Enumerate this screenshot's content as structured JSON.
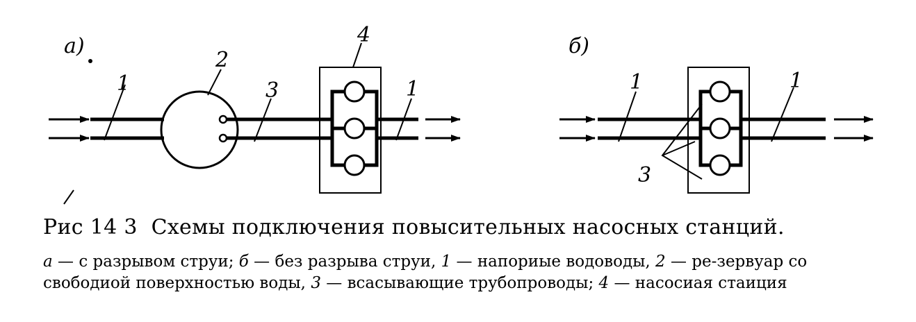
{
  "figure": {
    "label": "Рис  14 3",
    "title": "Схемы подключения повысительных насосных станций."
  },
  "panels": {
    "a": {
      "tag": "а)",
      "callouts": {
        "pipe_pressure": "1",
        "reservoir": "2",
        "suction": "3",
        "station": "4",
        "pipe_pressure_out": "1"
      }
    },
    "b": {
      "tag": "б)",
      "callouts": {
        "pipe_pressure": "1",
        "suction": "3",
        "pipe_pressure_out": "1"
      }
    }
  },
  "legend": {
    "items": [
      {
        "key": "а",
        "text": " — с разрывом струи; "
      },
      {
        "key": "б",
        "text": " — без разрыва струи, "
      },
      {
        "key": "1",
        "text": " — напориые водоводы, "
      },
      {
        "key": "2",
        "text": " — ре-зервуар со свободиой поверхностью воды, "
      },
      {
        "key": "3",
        "text": " — всасывающие трубопроводы; "
      },
      {
        "key": "4",
        "text": " — насосиая стаиция"
      }
    ]
  }
}
